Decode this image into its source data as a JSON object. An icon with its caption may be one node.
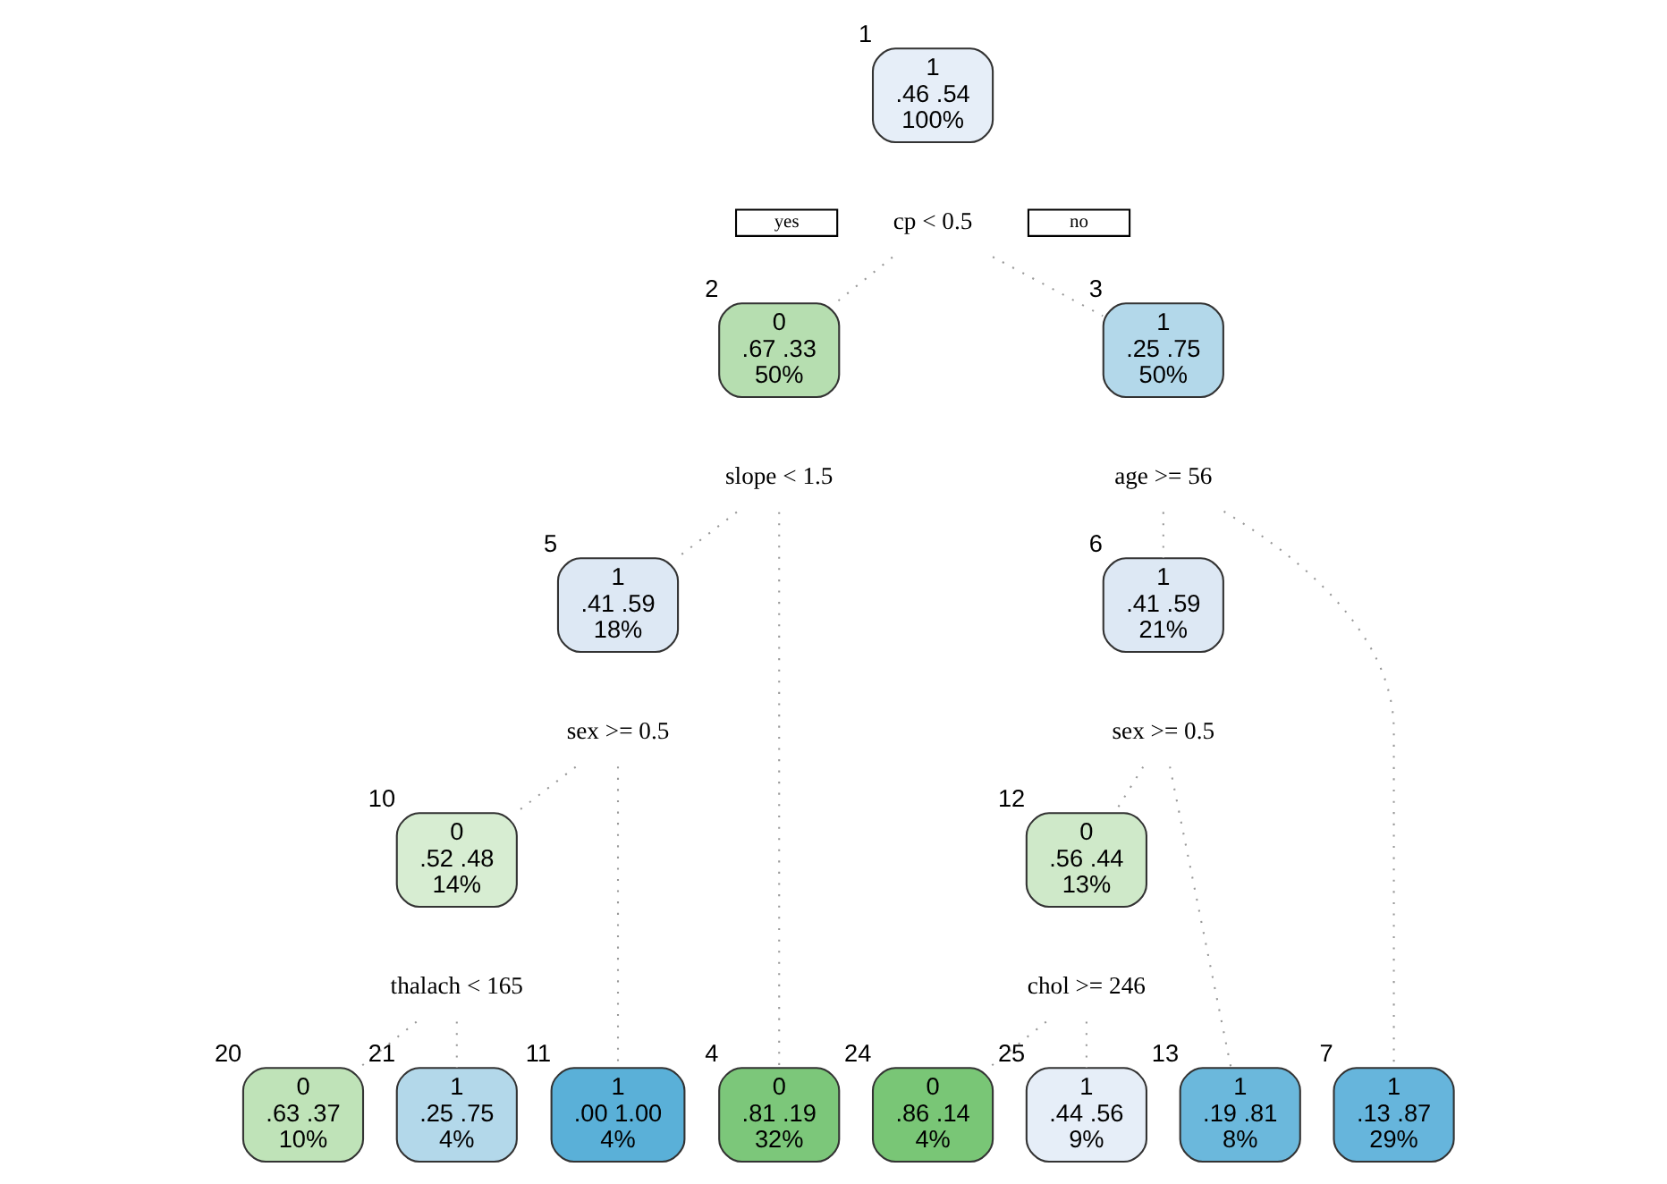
{
  "diagram": {
    "nodes": [
      {
        "text": [
          "1",
          ".46 .54",
          "100%"
        ],
        "beside": [
          "1"
        ]
      },
      {
        "text": [
          "yes"
        ]
      },
      {
        "text": [
          "cp < 0.5"
        ]
      },
      {
        "text": [
          "no"
        ]
      },
      {
        "text": [
          "0",
          ".67 .33",
          "50%"
        ],
        "beside": [
          "2"
        ]
      },
      {
        "text": [
          "1",
          ".25 .75",
          "50%"
        ],
        "beside": [
          "3"
        ]
      },
      {
        "text": [
          "slope < 1.5"
        ]
      },
      {
        "text": [
          "age >= 56"
        ]
      },
      {
        "text": [
          "1",
          ".41 .59",
          "18%"
        ],
        "beside": [
          "5"
        ]
      },
      {
        "text": [
          "1",
          ".41 .59",
          "21%"
        ],
        "beside": [
          "6"
        ]
      },
      {
        "text": [
          "sex >= 0.5"
        ]
      },
      {
        "text": [
          "sex >= 0.5"
        ]
      },
      {
        "text": [
          "0",
          ".52 .48",
          "14%"
        ],
        "beside": [
          "10"
        ]
      },
      {
        "text": [
          "0",
          ".56 .44",
          "13%"
        ],
        "beside": [
          "12"
        ]
      },
      {
        "text": [
          "thalach < 165"
        ]
      },
      {
        "text": [
          "chol >= 246"
        ]
      },
      {
        "text": [
          "0",
          ".81 .19",
          "32%"
        ],
        "beside": [
          "4"
        ]
      },
      {
        "text": [
          "0",
          ".63 .37",
          "10%"
        ],
        "beside": [
          "20"
        ]
      },
      {
        "text": [
          "1",
          ".25 .75",
          "4%"
        ],
        "beside": [
          "21"
        ]
      },
      {
        "text": [
          "1",
          ".00 1.00",
          "4%"
        ],
        "beside": [
          "11"
        ]
      },
      {
        "text": [
          "0",
          ".86 .14",
          "4%"
        ],
        "beside": [
          "24"
        ]
      },
      {
        "text": [
          "1",
          ".44 .56",
          "9%"
        ],
        "beside": [
          "25"
        ]
      },
      {
        "text": [
          "1",
          ".19 .81",
          "8%"
        ],
        "beside": [
          "13"
        ]
      },
      {
        "text": [
          "1",
          ".13 .87",
          "29%"
        ],
        "beside": [
          "7"
        ]
      }
    ],
    "edges": [
      {
        "from": 2,
        "to": 4,
        "arrow": "none"
      },
      {
        "from": 2,
        "to": 5,
        "arrow": "none"
      },
      {
        "from": 6,
        "to": 16,
        "arrow": "none"
      },
      {
        "from": 6,
        "to": 8,
        "arrow": "none"
      },
      {
        "from": 7,
        "to": 9,
        "arrow": "none"
      },
      {
        "from": 7,
        "to": 23,
        "arrow": "none"
      },
      {
        "from": 10,
        "to": 12,
        "arrow": "none"
      },
      {
        "from": 10,
        "to": 19,
        "arrow": "none"
      },
      {
        "from": 11,
        "to": 13,
        "arrow": "none"
      },
      {
        "from": 11,
        "to": 22,
        "arrow": "none"
      },
      {
        "from": 14,
        "to": 17,
        "arrow": "none"
      },
      {
        "from": 14,
        "to": 18,
        "arrow": "none"
      },
      {
        "from": 15,
        "to": 20,
        "arrow": "none"
      },
      {
        "from": 15,
        "to": 21,
        "arrow": "none"
      }
    ]
  }
}
